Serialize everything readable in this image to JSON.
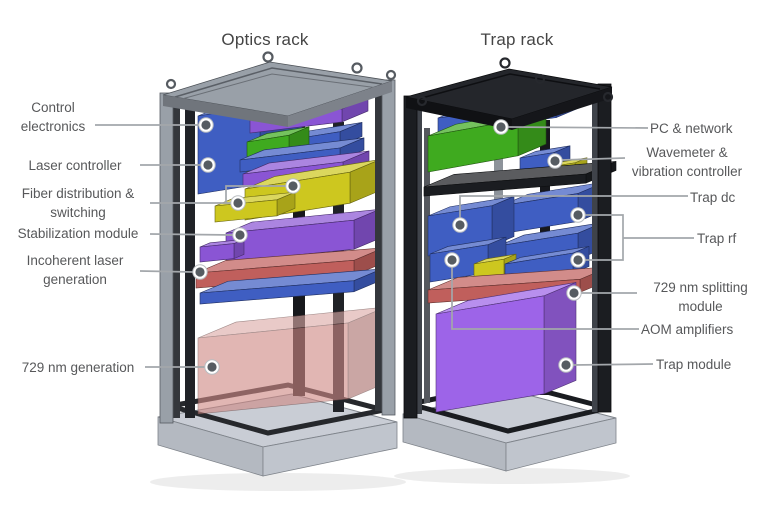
{
  "figure": {
    "description": "Two labeled equipment racks"
  },
  "colors": {
    "background": "#ffffff",
    "title_text": "#454545",
    "label_text": "#57585a",
    "leader_line": "#a3a7ab",
    "dot_fill": "#565c62",
    "dot_ring": "#ffffff",
    "module_blue": "#3f5ec2",
    "module_green": "#3faa1f",
    "module_purple": "#8a55d4",
    "module_yellow": "#cdc71f",
    "module_red": "#c05f5c",
    "module_red_translucent": "#cf8a86",
    "module_trap_purple": "#9d64e8",
    "frame_light": "#99a0a8",
    "frame_dark": "#1b1d21",
    "base_light": "#c9cdd5"
  },
  "racks": [
    {
      "title": "Optics rack",
      "labels": [
        {
          "text": "Control electronics"
        },
        {
          "text": "Laser controller"
        },
        {
          "text": "Fiber distribution & switching"
        },
        {
          "text": "Stabilization module"
        },
        {
          "text": "Incoherent laser generation"
        },
        {
          "text": "729 nm generation"
        }
      ]
    },
    {
      "title": "Trap rack",
      "labels": [
        {
          "text": "PC & network"
        },
        {
          "text": "Wavemeter & vibration controller"
        },
        {
          "text": "Trap dc"
        },
        {
          "text": "Trap rf"
        },
        {
          "text": "729 nm splitting module"
        },
        {
          "text": "AOM amplifiers"
        },
        {
          "text": "Trap module"
        }
      ]
    }
  ]
}
